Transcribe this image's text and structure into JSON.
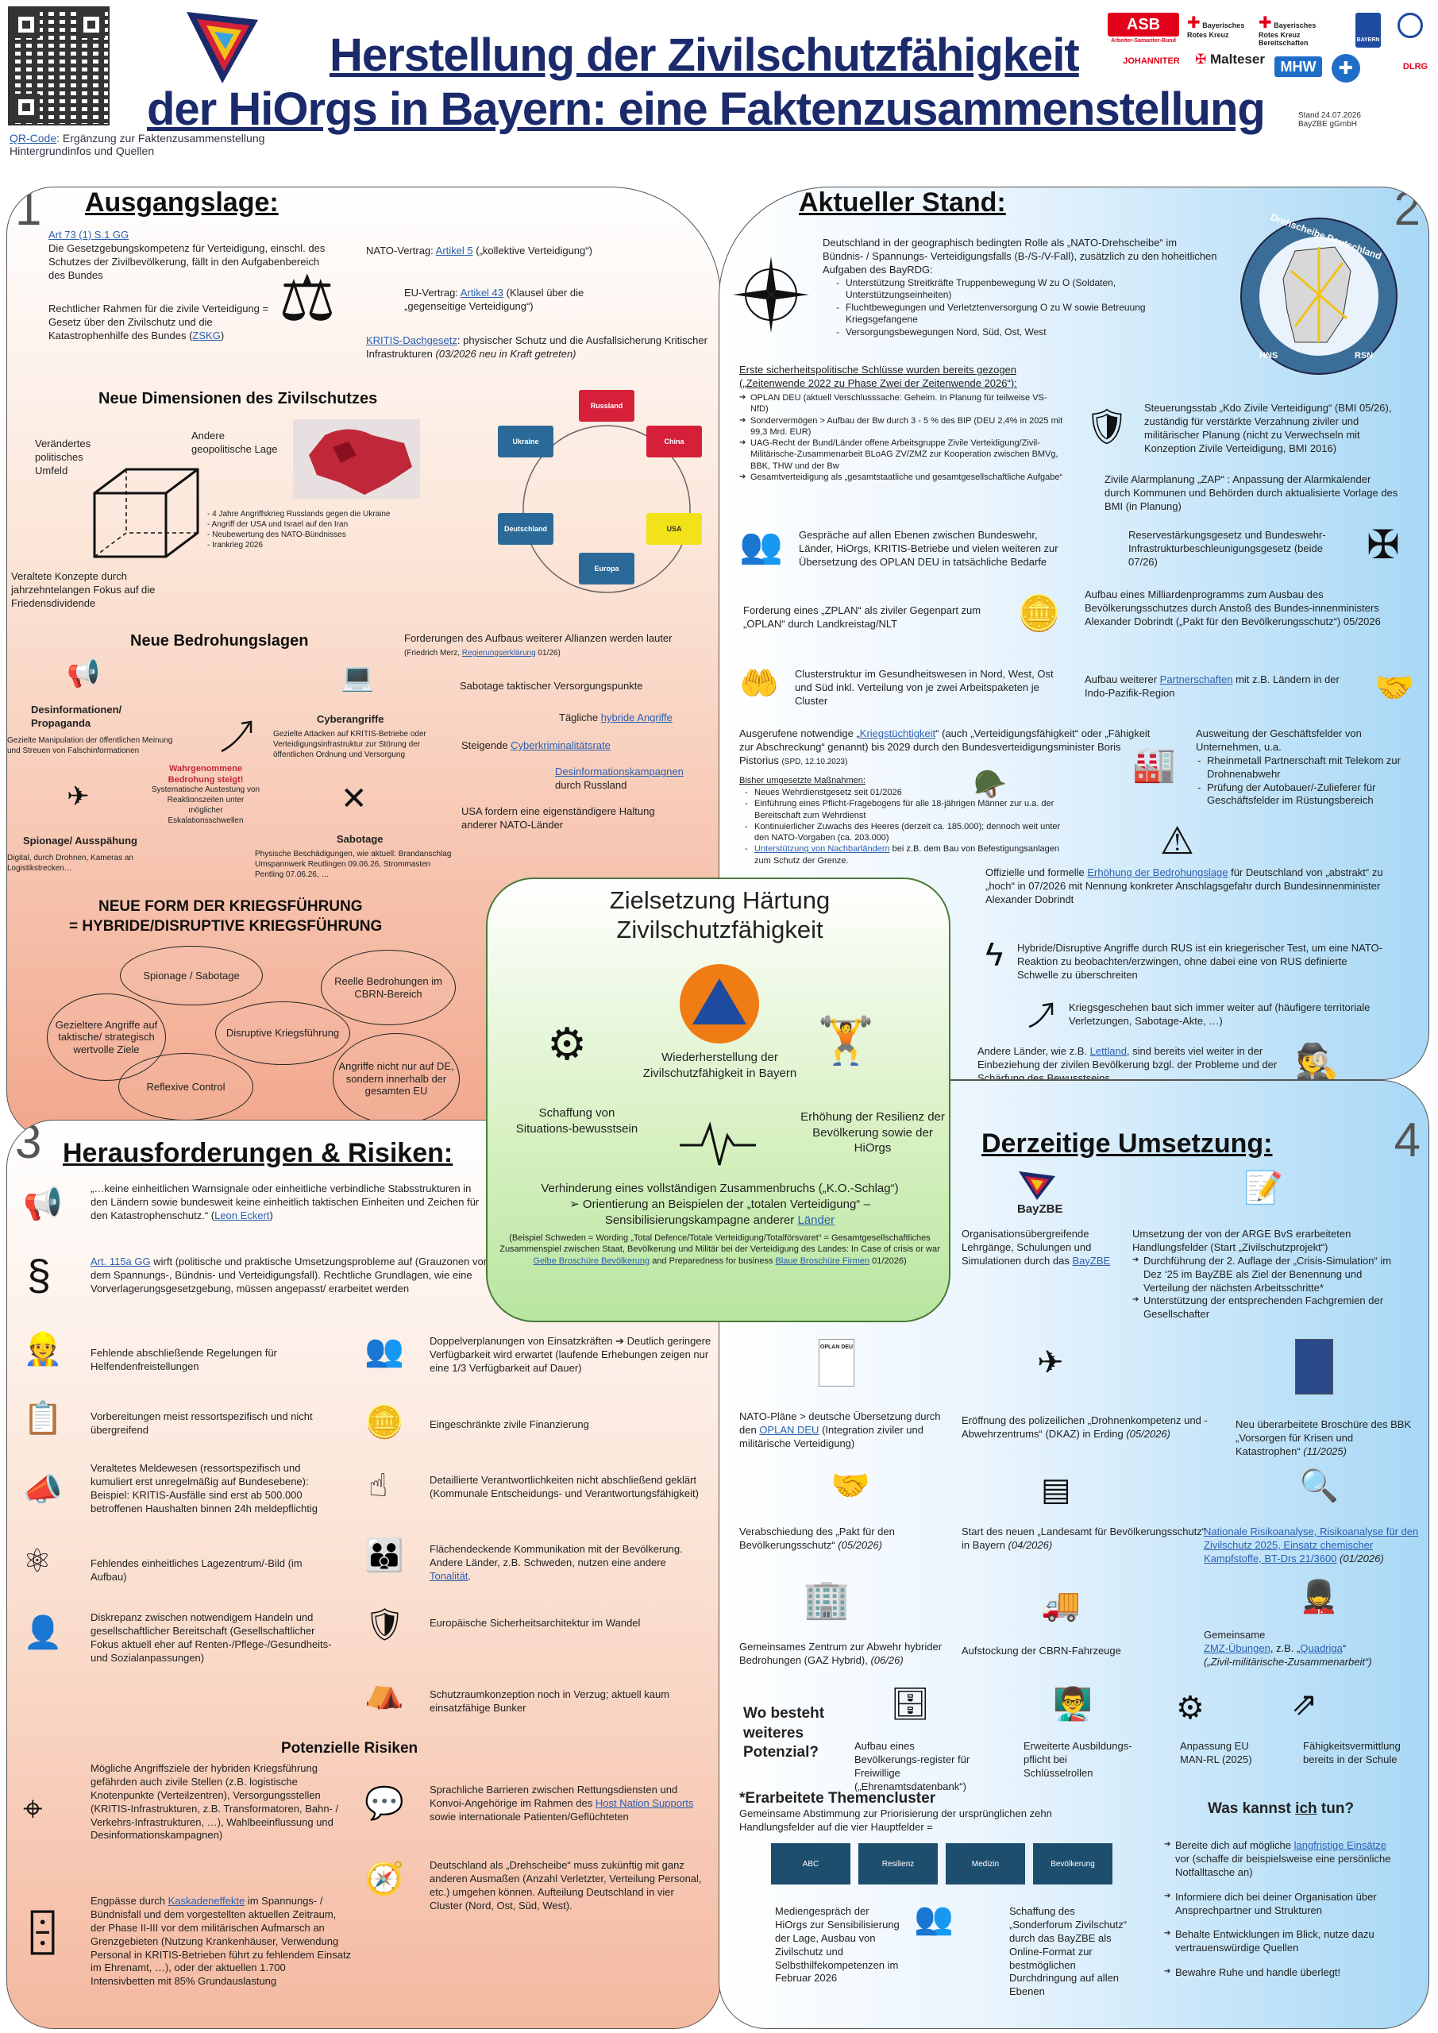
{
  "header": {
    "qr_caption_link": "QR-Code",
    "qr_caption_rest": ": Ergänzung zur Faktenzusammenstellung",
    "qr_caption_line2": "Hintergrundinfos und Quellen",
    "title_line1": "Herstellung der Zivilschutzfähigkeit",
    "title_line2": "der HiOrgs in Bayern: eine Faktenzusammenstellung",
    "stand_line1": "Stand 24.07.2026",
    "stand_line2": "BayZBE gGmbH",
    "partners": [
      "ASB",
      "Arbeiter-Samariter-Bund",
      "Bayerisches Rotes Kreuz",
      "Bayerisches Rotes Kreuz Bereitschaften",
      "JOHANNITER",
      "Malteser",
      "MHW",
      "DLRG",
      "BAYERN"
    ]
  },
  "q1": {
    "num": "1",
    "title": "Ausgangslage:",
    "art73": "Art 73 (1) S.1 GG",
    "art73_text": "Die Gesetzgebungskompetenz für Verteidigung, einschl. des Schutzes der Zivilbevölkerung, fällt in den Aufgabenbereich des Bundes",
    "legal_text": "Rechtlicher Rahmen für die zivile Verteidigung = Gesetz über den Zivilschutz und die Katastrophenhilfe des Bundes (",
    "legal_link": "ZSKG",
    "legal_end": ")",
    "nato_pre": "NATO-Vertrag: ",
    "nato_link": "Artikel 5",
    "nato_post": " („kollektive Verteidigung“)",
    "eu_pre": "EU-Vertrag: ",
    "eu_link": "Artikel 43",
    "eu_post": " (Klausel über die „gegenseitige Verteidigung“)",
    "kritis_link": "KRITIS-Dachgesetz",
    "kritis_post": ": physischer Schutz und die Ausfallsicherung Kritischer Infrastrukturen ",
    "kritis_italic": "(03/2026 neu in Kraft getreten)",
    "dim_title": "Neue Dimensionen des Zivilschutzes",
    "dim_changed": "Verändertes politisches Umfeld",
    "dim_geo": "Andere geopolitische Lage",
    "dim_list": [
      "- 4 Jahre Angriffskrieg Russlands gegen die Ukraine",
      "- Angriff der USA und Israel auf den Iran",
      "- Neubewertung des NATO-Bündnisses",
      "- Irankrieg 2026"
    ],
    "dim_old": "Veraltete Konzepte durch jahrzehntelangen Fokus auf die Friedensdividende",
    "cycle": [
      "Russland",
      "China",
      "USA",
      "Europa",
      "Deutschland",
      "Ukraine"
    ],
    "threat_title": "Neue Bedrohungslagen",
    "desinfo_h": "Desinformationen/ Propaganda",
    "desinfo_t": "Gezielte Manipulation der öffentlichen Meinung und Streuen von Falschinformationen",
    "perceived": "Wahrgenommene Bedrohung steigt!",
    "perceived_sub": "Systematische Austestung von Reaktionszeiten unter möglicher Eskalationsschwellen",
    "cyber_h": "Cyberangriffe",
    "cyber_t": "Gezielte Attacken auf KRITIS-Betriebe oder Verteidigungsinfrastruktur zur Störung der öffentlichen Ordnung und Versorgung",
    "spion_h": "Spionage/ Ausspähung",
    "spion_t": "Digital, durch Drohnen, Kameras an Logistikstrecken…",
    "sabo_h": "Sabotage",
    "sabo_t": "Physische Beschädigungen, wie aktuell: Brandanschlag Umspannwerk Reutlingen 09.06.26, Strommasten Pentling 07.06.26, …",
    "demands": "Forderungen des Aufbaus weiterer Allianzen werden lauter ",
    "demands_src": "(Friedrich Merz, ",
    "demands_link": "Regierungserklärung",
    "demands_src2": " 01/26)",
    "sabo_supply": "Sabotage taktischer Versorgungspunkte",
    "hybrid_pre": "Tägliche ",
    "hybrid_link": "hybride Angriffe",
    "cyber_pre": "Steigende ",
    "cyber_link": "Cyberkriminalitätsrate",
    "desinfo_link": "Desinformationskampagnen",
    "desinfo_post": "durch Russland",
    "usa": "USA fordern eine eigenständigere Haltung anderer NATO-Länder",
    "war_title1": "NEUE FORM DER KRIEGSFÜHRUNG",
    "war_title2": "= HYBRIDE/DISRUPTIVE KRIEGSFÜHRUNG",
    "ellipses": [
      "Spionage / Sabotage",
      "Reelle Bedrohungen im CBRN-Bereich",
      "Gezieltere Angriffe auf taktische/ strategisch wertvolle Ziele",
      "Disruptive Kriegsführung",
      "Reflexive Control",
      "Angriffe nicht nur auf DE, sondern innerhalb der gesamten EU"
    ]
  },
  "q2": {
    "num": "2",
    "title": "Aktueller Stand:",
    "intro": "Deutschland in der geographisch bedingten Rolle als „NATO-Drehscheibe“ im Bündnis- / Spannungs- Verteidigungsfalls (B-/S-/V-Fall), zusätzlich zu den hoheitlichen Aufgaben des BayRDG:",
    "intro_list": [
      "Unterstützung Streitkräfte Truppenbewegung W zu O (Soldaten, Unterstützungseinheiten)",
      "Fluchtbewegungen und Verletztenversorgung O zu W sowie Betreuung Kriegsgefangene",
      "Versorgungsbewegungen Nord, Süd, Ost, West"
    ],
    "map_title": "Drehscheibe Deutschland",
    "map_hns": "HNS",
    "map_rsn": "RSN",
    "first_title": "Erste sicherheitspolitische Schlüsse wurden bereits gezogen („Zeitenwende 2022 zu Phase Zwei der Zeitenwende 2026“):",
    "first_list": [
      "OPLAN DEU (aktuell Verschlusssache: Geheim. In Planung für teilweise VS-NfD)",
      "Sondervermögen > Aufbau der Bw durch 3 - 5 % des BIP (DEU 2,4% in 2025 mit 99,3 Mrd. EUR)",
      "UAG-Recht der Bund/Länder offene Arbeitsgruppe Zivile Verteidigung/Zivil-Militärische-Zusammenarbeit BLoAG ZV/ZMZ zur Kooperation zwischen BMVg, BBK, THW und der Bw",
      "Gesamtverteidigung als „gesamtstaatliche und gesamtgesellschaftliche Aufgabe“"
    ],
    "stab": "Steuerungsstab „Kdo Zivile Verteidigung“ (BMI 05/26), zuständig für verstärkte Verzahnung ziviler und militärischer Planung (nicht zu Verwechseln mit Konzeption Zivile Verteidigung, BMI 2016)",
    "zap": "Zivile Alarmplanung „ZAP“ : Anpassung der Alarmkalender durch Kommunen und Behörden durch aktualisierte Vorlage des BMI (in Planung)",
    "talks": "Gespräche auf allen Ebenen zwischen Bundeswehr, Länder, HiOrgs, KRITIS-Betriebe und vielen weiteren zur Übersetzung des OPLAN DEU in tatsächliche Bedarfe",
    "reserve": "Reservestärkungsgesetz und Bundeswehr-Infrastrukturbeschleunigungsgesetz (beide 07/26)",
    "zplan": "Forderung eines „ZPLAN“ als ziviler Gegenpart zum „OPLAN“ durch Landkreistag/NLT",
    "billion": "Aufbau eines Milliardenprogramms zum Ausbau des Bevölkerungsschutzes durch Anstoß des Bundes-innenministers Alexander Dobrindt („Pakt für den Bevölkerungsschutz“) 05/2026",
    "cluster": "Clusterstruktur im Gesundheitswesen in Nord, West, Ost und Süd inkl. Verteilung von je zwei Arbeitspaketen je Cluster",
    "partner_pre": "Aufbau weiterer ",
    "partner_link": "Partnerschaften",
    "partner_post": " mit z.B. Ländern in der Indo-Pazifik-Region",
    "kriegs_pre": "Ausgerufene notwendige „",
    "kriegs_link": "Kriegstüchtigkeit",
    "kriegs_post": "“ (auch „Verteidigungsfähigkeit“ oder „Fähigkeit zur Abschreckung“ genannt) bis 2029 durch den Bundesverteidigungsminister Boris Pistorius ",
    "kriegs_src": "(SPD, 12.10.2023)",
    "measures_title": "Bisher umgesetzte Maßnahmen:",
    "measures": [
      "Neues Wehrdienstgesetz seit 01/2026",
      "Einführung eines Pflicht-Fragebogens für alle 18-jährigen Männer zur u.a. der Bereitschaft zum Wehrdienst",
      "Kontinuierlicher Zuwachs des Heeres (derzeit ca. 185.000); dennoch weit unter den NATO-Vorgaben (ca. 203.000)"
    ],
    "measures_link": "Unterstützung von Nachbarländern",
    "measures_link_post": " bei z.B. dem Bau von Befestigungsanlagen zum Schutz der Grenze.",
    "expand": "Ausweitung der Geschäftsfelder von Unternehmen, u.a.",
    "expand_list": [
      "Rheinmetall Partnerschaft mit Telekom zur Drohnenabwehr",
      "Prüfung der Autobauer/-Zulieferer für Geschäftsfelder im Rüstungsbereich"
    ],
    "threat_pre": "Offizielle und formelle ",
    "threat_link": "Erhöhung der Bedrohungslage",
    "threat_post": " für Deutschland von „abstrakt“ zu „hoch“ in 07/2026 mit Nennung konkreter Anschlagsgefahr durch Bundesinnenminister Alexander Dobrindt",
    "hybrid": "Hybride/Disruptive Angriffe durch RUS ist ein kriegerischer Test, um eine NATO-Reaktion zu beobachten/erzwingen, ohne dabei eine von RUS definierte Schwelle zu überschreiten",
    "kriegs_bau": "Kriegsgeschehen baut sich immer weiter auf (häufigere territoriale Verletzungen, Sabotage-Akte, …)",
    "lett_pre": "Andere Länder, wie z.B. ",
    "lett_link": "Lettland",
    "lett_post": ", sind bereits viel weiter in der Einbeziehung der zivilen Bevölkerung bzgl. der Probleme und der Schärfung des Bewusstseins"
  },
  "center": {
    "title": "Zielsetzung Härtung Zivilschutzfähigkeit",
    "wieder": "Wiederherstellung der Zivilschutzfähigkeit in Bayern",
    "situ": "Schaffung von Situations-bewusstsein",
    "resil": "Erhöhung der Resilienz der Bevölkerung sowie der HiOrgs",
    "ko": "Verhinderung eines vollständigen Zusammenbruchs („K.O.-Schlag“)",
    "orient_pre": "➢ Orientierung an Beispielen der „totalen Verteidigung“ – Sensibilisierungskampagne  anderer ",
    "orient_link": "Länder",
    "bsp": "(Beispiel Schweden = Wording „Total Defence/Totale Verteidigung/Totalförsvaret“ = Gesamtgesellschaftliches Zusammenspiel zwischen Staat, Bevölkerung und Militär bei der Verteidigung des Landes: In Case of crisis or war ",
    "bsp_link1": "Gelbe Broschüre Bevölkerung",
    "bsp_mid": " and Preparedness for business ",
    "bsp_link2": "Blaue Broschüre Firmen",
    "bsp_end": " 01/2026)"
  },
  "q3": {
    "num": "3",
    "title": "Herausforderungen & Risiken:",
    "warn_pre": "„…keine einheitlichen Warnsignale oder einheitliche verbindliche Stabsstrukturen in den Ländern sowie bundesweit keine einheitlich taktischen Einheiten und Zeichen für den Katastrophenschutz.“ (",
    "warn_link": "Leon Eckert",
    "warn_end": ")",
    "art115_link": "Art. 115a GG",
    "art115_post": " wirft (politische und praktische Umsetzungsprobleme auf (Grauzonen vor dem Spannungs-, Bündnis- und Verteidigungsfall). Rechtliche Grundlagen, wie eine Vorverlagerungsgesetzgebung, müssen angepasst/ erarbeitet werden",
    "items_left": [
      "Fehlende abschließende Regelungen für Helfendenfreistellungen",
      "Vorbereitungen meist ressortspezifisch und nicht übergreifend",
      "Veraltetes Meldewesen (ressortspezifisch und kumuliert erst unregelmäßig auf Bundesebene): Beispiel: KRITIS-Ausfälle sind erst ab 500.000 betroffenen Haushalten binnen 24h meldepflichtig",
      "Fehlendes einheitliches Lagezentrum/-Bild (im Aufbau)",
      "Diskrepanz zwischen notwendigem Handeln und gesellschaftlicher Bereitschaft (Gesellschaftlicher Fokus aktuell eher auf Renten-/Pflege-/Gesundheits- und Sozialanpassungen)"
    ],
    "items_right": [
      "Doppelverplanungen von Einsatzkräften ➔ Deutlich geringere Verfügbarkeit wird erwartet (laufende Erhebungen zeigen nur eine 1/3 Verfügbarkeit auf Dauer)",
      "Eingeschränkte zivile Finanzierung",
      "Detaillierte Verantwortlichkeiten nicht abschließend geklärt (Kommunale Entscheidungs- und Verantwortungsfähigkeit)",
      "Europäische Sicherheitsarchitektur im Wandel",
      "Schutzraumkonzeption noch in Verzug; aktuell kaum einsatzfähige Bunker"
    ],
    "komm_pre": "Flächendeckende Kommunikation mit der Bevölkerung. Andere Länder, z.B. Schweden, nutzen eine andere ",
    "komm_link": "Tonalität",
    "komm_end": ".",
    "risk_title": "Potenzielle Risiken",
    "risk1": "Mögliche Angriffsziele der hybriden Kriegsführung gefährden auch zivile Stellen (z.B. logistische Knotenpunkte (Verteilzentren), Versorgungsstellen (KRITIS-Infrastrukturen, z.B. Transformatoren, Bahn- / Verkehrs-Infrastrukturen, …), Wahlbeeinflussung und Desinformationskampagnen)",
    "risk2_pre": "Engpässe durch ",
    "risk2_link": "Kaskadeneffekte",
    "risk2_post": " im Spannungs- / Bündnisfall und dem vorgestellten aktuellen Zeitraum, der Phase II-III vor dem militärischen Aufmarsch an Grenzgebieten (Nutzung Krankenhäuser, Verwendung Personal in KRITIS-Betrieben führt zu fehlendem Einsatz im Ehrenamt, …), oder der aktuellen 1.700 Intensivbetten mit 85% Grundauslastung",
    "lang_pre": "Sprachliche Barrieren zwischen Rettungsdiensten und Konvoi-Angehörige im Rahmen des ",
    "lang_link": "Host Nation Supports",
    "lang_post": " sowie internationale Patienten/Geflüchteten",
    "dreh": "Deutschland als „Drehscheibe“ muss zukünftig mit ganz anderen Ausmaßen (Anzahl Verletzter, Verteilung Personal, etc.) umgehen können. Aufteilung Deutschland in vier Cluster (Nord, Ost, Süd, West)."
  },
  "q4": {
    "num": "4",
    "title": "Derzeitige Umsetzung:",
    "bayzbe": "BayZBE",
    "org": "Organisationsübergreifende Lehrgänge, Schulungen und Simulationen durch das ",
    "org_link": "BayZBE",
    "arge": "Umsetzung der von der ARGE BvS erarbeiteten Handlungsfelder (Start „Zivilschutzprojekt“)",
    "arge_list": [
      "Durchführung der 2. Auflage der „Crisis-Simulation“ im Dez ‘25 im BayZBE als Ziel der Benennung und Verteilung der nächsten Arbeitsschritte*",
      "Unterstützung der entsprechenden Fachgremien der Gesellschafter"
    ],
    "oplan_icon": "OPLAN DEU",
    "nato_pre": "NATO-Pläne > deutsche Übersetzung durch den ",
    "nato_link": "OPLAN DEU",
    "nato_post": " (Integration ziviler und militärische Verteidigung)",
    "drohnen": "Eröffnung des polizeilichen „Drohnenkompetenz und -Abwehrzentrums“ (DKAZ) in Erding ",
    "drohnen_i": "(05/2026)",
    "brosch": "Neu überarbeitete Broschüre des BBK „Vorsorgen für Krisen und Katastrophen“ ",
    "brosch_i": "(11/2025)",
    "pakt": "Verabschiedung des „Pakt für den Bevölkerungsschutz“ ",
    "pakt_i": "(05/2026)",
    "landesamt": "Start des neuen „Landesamt für Bevölkerungsschutz“ in Bayern ",
    "landesamt_i": "(04/2026)",
    "risk_link": "Nationale Risikoanalyse, Risikoanalyse für den Zivilschutz 2025, Einsatz chemischer Kampfstoffe, BT-Drs 21/3600",
    "risk_i": " (01/2026)",
    "gaz": "Gemeinsames Zentrum zur Abwehr hybrider Bedrohungen (GAZ Hybrid), ",
    "gaz_i": "(06/26)",
    "cbrn": "Aufstockung der CBRN-Fahrzeuge",
    "zmz_pre": "Gemeinsame ",
    "zmz_link": "ZMZ-Übungen",
    "zmz_mid": ", z.B. „",
    "zmz_link2": "Quadriga",
    "zmz_post": "“",
    "zmz_i": "(„Zivil-militärische-Zusammenarbeit“)",
    "potential": "Wo besteht weiteres Potenzial?",
    "pot_items": [
      "Aufbau eines Bevölkerungs-register für Freiwillige („Ehrenamtsdatenbank“)",
      "Erweiterte Ausbildungs-pflicht bei Schlüsselrollen",
      "Anpassung EU MAN-RL (2025)",
      "Fähigkeitsvermittlung bereits in der Schule"
    ],
    "themen_title": "*Erarbeitete Themencluster",
    "themen_sub": "Gemeinsame Abstimmung zur Priorisierung der ursprünglichen zehn Handlungsfelder auf die vier Hauptfelder =",
    "clusters": [
      "ABC",
      "Resilienz",
      "Medizin",
      "Bevölkerung"
    ],
    "medien": "Mediengespräch der HiOrgs zur Sensibilisierung der Lage, Ausbau von Zivilschutz und Selbsthilfekompetenzen im Februar 2026",
    "sonder": "Schaffung des „Sonderforum Zivilschutz“ durch das BayZBE als Online-Format zur bestmöglichen Durchdringung auf allen Ebenen",
    "was_pre": "Was kannst ",
    "was_u": "ich",
    "was_post": " tun?",
    "was_1_pre": "Bereite dich auf mögliche ",
    "was_1_link": "langfristige Einsätze",
    "was_1_post": " vor (schaffe dir beispielsweise eine persönliche Notfalltasche an)",
    "was_list": [
      "Informiere dich bei deiner Organisation über Ansprechpartner und Strukturen",
      "Behalte  Entwicklungen im Blick, nutze dazu vertrauenswürdige Quellen",
      "Bewahre Ruhe und handle überlegt!"
    ]
  },
  "colors": {
    "title": "#1b2a6b",
    "peach": "#f2a78c",
    "blue": "#a8d8f5",
    "green": "#b8e6a0",
    "link": "#2a5fb0",
    "cluster": "#1e4e6e",
    "cycle_red": "#d6203a",
    "cycle_yellow": "#f2e21a",
    "cycle_blue": "#2b6a98"
  }
}
